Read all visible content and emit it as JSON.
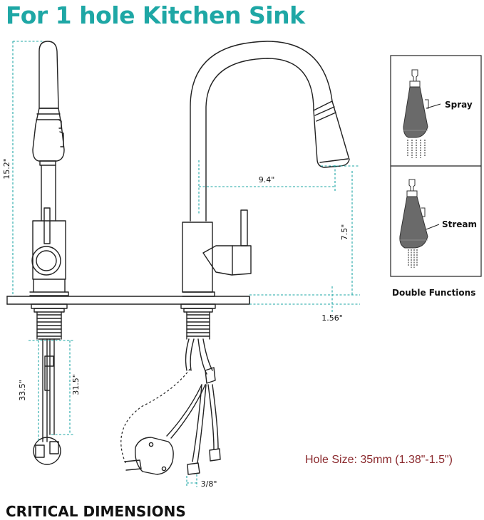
{
  "title": "For 1 hole Kitchen Sink",
  "footer_title": "CRITICAL DIMENSIONS",
  "hole_size": "Hole Size: 35mm (1.38\"-1.5\")",
  "dimensions": {
    "height": "15.2\"",
    "reach": "9.4\"",
    "spout_clearance": "7.5\"",
    "deck_thickness": "1.56\"",
    "hose_long": "33.5\"",
    "hose_short": "31.5\"",
    "connector": "3/8\""
  },
  "functions": {
    "spray_label": "Spray",
    "stream_label": "Stream",
    "caption": "Double Functions"
  },
  "colors": {
    "title": "#1ea7a5",
    "dimension_line": "#1ea7a5",
    "hole_text": "#8b2a2e"
  }
}
